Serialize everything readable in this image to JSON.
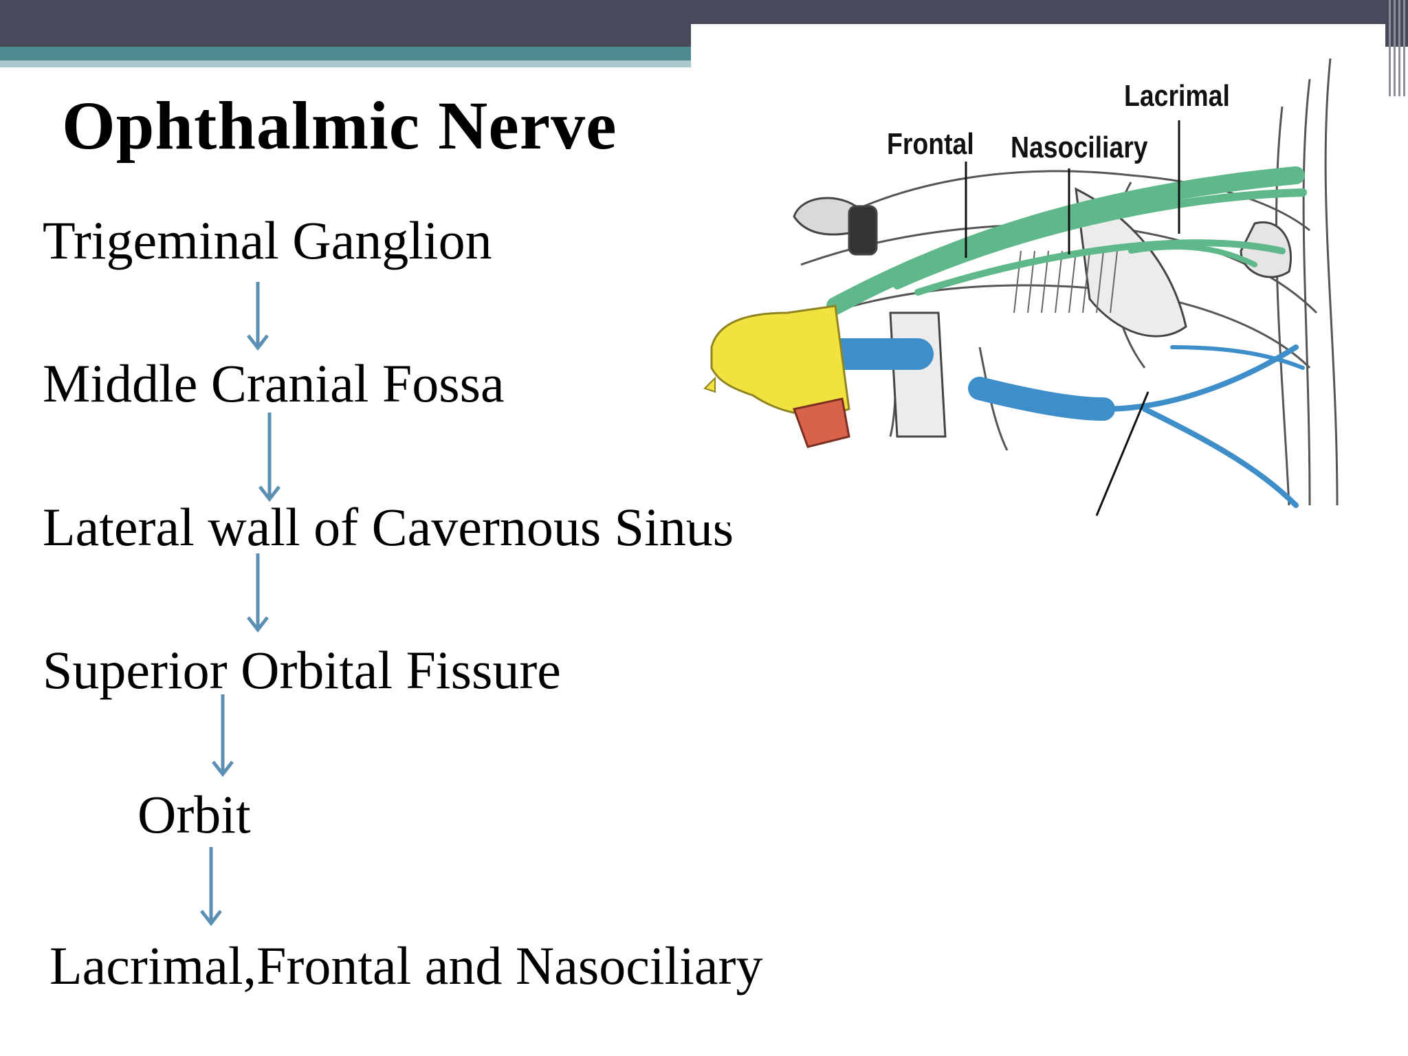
{
  "slide": {
    "title": "Ophthalmic Nerve",
    "steps": [
      "Trigeminal Ganglion",
      "Middle Cranial Fossa",
      "Lateral wall of Cavernous Sinus",
      "Superior Orbital Fissure",
      "Orbit",
      "Lacrimal,Frontal and Nasociliary"
    ]
  },
  "figure": {
    "labels": {
      "lacrimal": "Lacrimal",
      "frontal": "Frontal",
      "nasociliary": "Nasociliary"
    },
    "colors": {
      "ganglion": "#f2e23f",
      "ophthalmic_branch": "#5fb889",
      "maxillary_branch": "#3d8ec9",
      "mandibular_branch": "#d9634a",
      "arrow": "#5b8fb3"
    }
  }
}
